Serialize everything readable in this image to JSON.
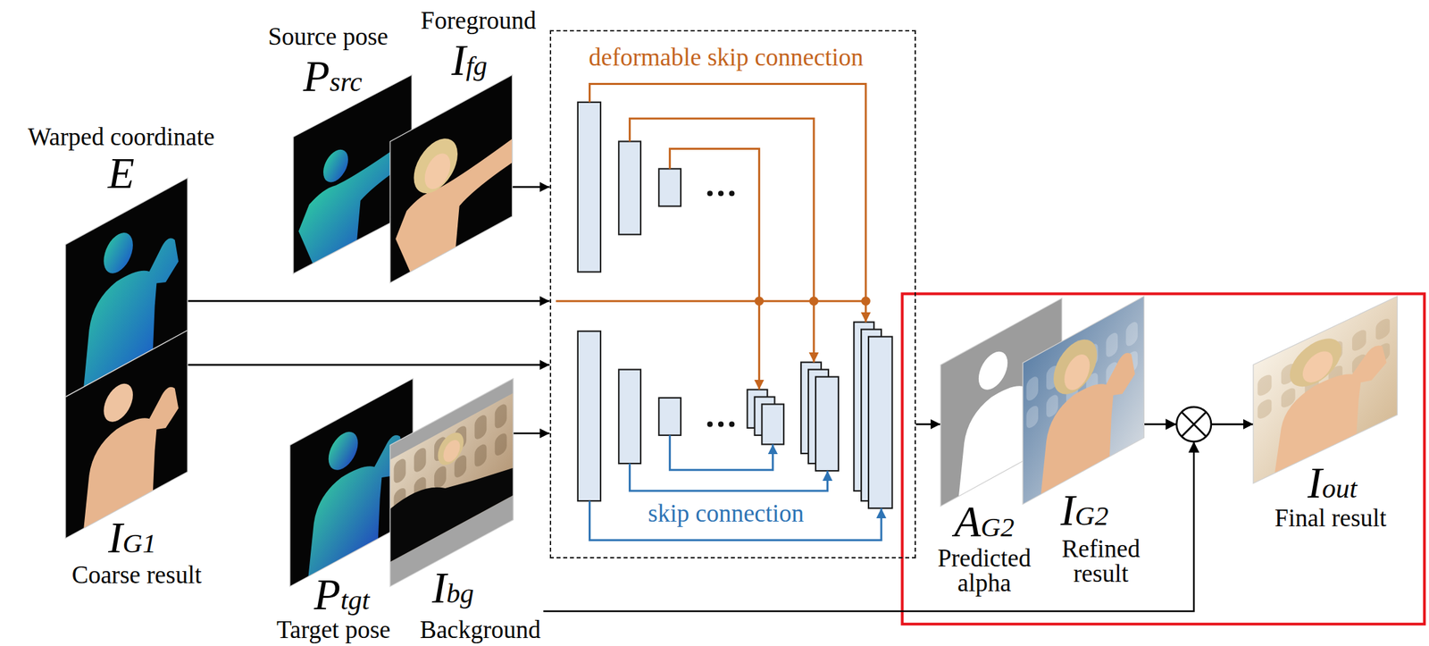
{
  "diagram": {
    "nodes": [
      {
        "text": [
          "Warped coordinate",
          "E"
        ]
      },
      {
        "text": [
          "IG1",
          "Coarse result"
        ]
      },
      {
        "text": [
          "Source pose",
          "Psrc"
        ]
      },
      {
        "text": [
          "Foreground",
          "Ifg"
        ]
      },
      {
        "text": [
          "Ptgt",
          "Target pose"
        ]
      },
      {
        "text": [
          "Ibg",
          "Background"
        ]
      },
      {
        "text": [
          "deformable skip connection",
          "skip connection"
        ]
      },
      {
        "text": [
          "AG2",
          "Predicted alpha"
        ]
      },
      {
        "text": [
          "IG2",
          "Refined result"
        ]
      },
      {
        "text": [
          "Iout",
          "Final result"
        ]
      }
    ],
    "edges": [
      {
        "from": 0,
        "to": 6,
        "arrow": "to"
      },
      {
        "from": 1,
        "to": 6,
        "arrow": "to"
      },
      {
        "from": 3,
        "to": 6,
        "arrow": "to"
      },
      {
        "from": 5,
        "to": 6,
        "arrow": "to"
      },
      {
        "from": 6,
        "to": 7,
        "arrow": "to"
      },
      {
        "from": 8,
        "to": 9,
        "arrow": "to"
      },
      {
        "from": 5,
        "to": 9,
        "arrow": "to"
      }
    ]
  }
}
